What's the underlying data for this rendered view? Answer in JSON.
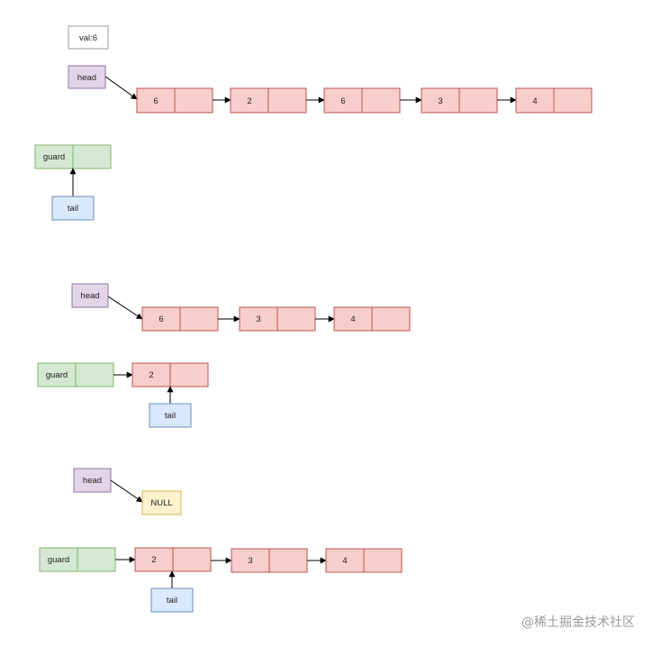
{
  "colors": {
    "node_fill": "#f8cecc",
    "node_stroke": "#b85450",
    "ptr_fill": "#e1d5e7",
    "ptr_stroke": "#9673a6",
    "guard_fill": "#d5e8d4",
    "guard_stroke": "#82b366",
    "tail_fill": "#dae8fc",
    "tail_stroke": "#6c8ebf",
    "null_fill": "#fff2cc",
    "null_stroke": "#d6b656",
    "val_fill": "#ffffff",
    "val_stroke": "#999999"
  },
  "diagram": {
    "val_box": "val:6",
    "stage1": {
      "head_label": "head",
      "list_values": [
        "6",
        "2",
        "6",
        "3",
        "4"
      ],
      "guard_label": "guard",
      "tail_label": "tail"
    },
    "stage2": {
      "head_label": "head",
      "list_values": [
        "6",
        "3",
        "4"
      ],
      "guard_label": "guard",
      "guard_next": "2",
      "tail_label": "tail"
    },
    "stage3": {
      "head_label": "head",
      "null_label": "NULL",
      "guard_label": "guard",
      "list_values": [
        "2",
        "3",
        "4"
      ],
      "tail_label": "tail"
    }
  },
  "watermark": "@稀土掘金技术社区"
}
